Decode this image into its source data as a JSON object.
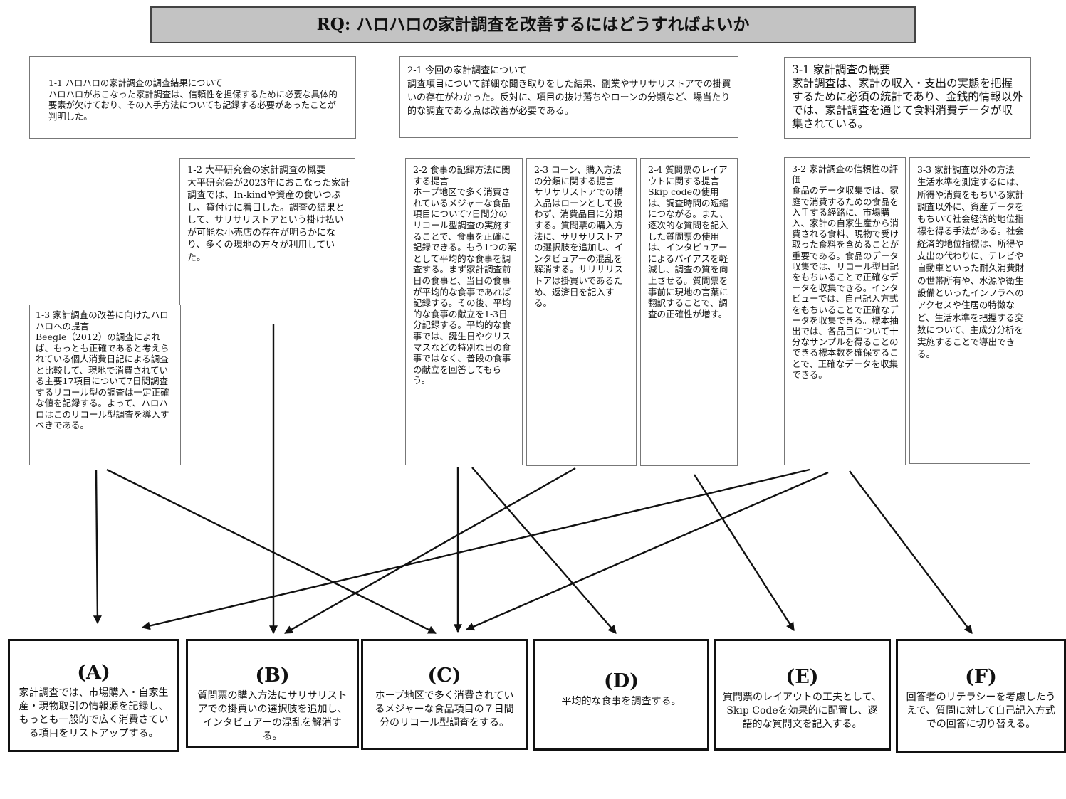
{
  "title": "RQ: ハロハロの家計調査を改善するにはどうすればよいか",
  "boxes": {
    "b1_1": {
      "heading": "1-1 ハロハロの家計調査の調査結果について",
      "body": "ハロハロがおこなった家計調査は、信頼性を担保するために必要な具体的要素が欠けており、その入手方法についても記録する必要があったことが判明した。"
    },
    "b1_2": {
      "heading": "1-2 大平研究会の家計調査の概要",
      "body": "大平研究会が2023年におこなった家計調査では、In-kindや資産の食いつぶし、貸付けに着目した。調査の結果として、サリサリストアという掛け払いが可能な小売店の存在が明らかになり、多くの現地の方々が利用していた。"
    },
    "b1_3": {
      "heading": "1-3 家計調査の改善に向けたハロハロへの提言",
      "body": "Beegle（2012）の調査によれば、もっとも正確であると考えられている個人消費日記による調査と比較して、現地で消費されている主要17項目について7日間調査するリコール型の調査は一定正確な値を記録する。よって、ハロハロはこのリコール型調査を導入すべきである。"
    },
    "b2_1": {
      "heading": "2-1 今回の家計調査について",
      "body": "調査項目について詳細な聞き取りをした結果、副業やサリサリストアでの掛買いの存在がわかった。反対に、項目の抜け落ちやローンの分類など、場当たり的な調査である点は改善が必要である。"
    },
    "b2_2": {
      "heading": "2-2 食事の記録方法に関する提言",
      "body": "ホープ地区で多く消費されているメジャーな食品項目について7日間分のリコール型調査の実施することで、食事を正確に記録できる。もう1つの案として平均的な食事を調査する。まず家計調査前日の食事と、当日の食事が平均的な食事であれば記録する。その後、平均的な食事の献立を1-3日分記録する。平均的な食事では、誕生日やクリスマスなどの特別な日の食事ではなく、普段の食事の献立を回答してもらう。"
    },
    "b2_3": {
      "heading": "2-3 ローン、購入方法の分類に関する提言",
      "body": "サリサリストアでの購入品はローンとして扱わず、消費品目に分類する。質問票の購入方法に、サリサリストアの選択肢を追加し、インタビュアーの混乱を解消する。サリサリストアは掛買いであるため、返済日を記入する。"
    },
    "b2_4": {
      "heading": "2-4 質問票のレイアウトに関する提言",
      "body": "Skip codeの使用は、調査時間の短縮につながる。また、逐次的な質問を記入した質問票の使用は、インタビュアーによるバイアスを軽減し、調査の質を向上させる。質問票を事前に現地の言葉に翻訳することで、調査の正確性が増す。"
    },
    "b3_1": {
      "heading": "3-1 家計調査の概要",
      "body": "家計調査は、家計の収入・支出の実態を把握するために必須の統計であり、金銭的情報以外では、家計調査を通じて食料消費データが収集されている。"
    },
    "b3_2": {
      "heading": "3-2 家計調査の信頼性の評価",
      "body": "食品のデータ収集では、家庭で消費するための食品を入手する経路に、市場購入、家計の自家生産から消費される食料、現物で受け取った食料を含めることが重要である。食品のデータ収集では、リコール型日記をもちいることで正確なデータを収集できる。インタビューでは、自己記入方式をもちいることで正確なデータを収集できる。標本抽出では、各品目について十分なサンプルを得ることのできる標本数を確保することで、正確なデータを収集できる。"
    },
    "b3_3": {
      "heading": "3-3 家計調査以外の方法",
      "body": "生活水準を測定するには、所得や消費をもちいる家計調査以外に、資産データをもちいて社会経済的地位指標を得る手法がある。社会経済的地位指標は、所得や支出の代わりに、テレビや自動車といった耐久消費財の世帯所有や、水源や衛生設備といったインフラへのアクセスや住居の特徴など、生活水準を把握する変数について、主成分分析を実施することで導出できる。"
    }
  },
  "outcomes": [
    {
      "label": "(A)",
      "text": "家計調査では、市場購入・自家生産・現物取引の情報源を記録し、もっとも一般的で広く消費さている項目をリストアップする。"
    },
    {
      "label": "(B)",
      "text": "質問票の購入方法にサリサリストアでの掛買いの選択肢を追加し、インタビュアーの混乱を解消する。"
    },
    {
      "label": "(C)",
      "text": "ホープ地区で多く消費されているメジャーな食品項目の７日間分のリコール型調査をする。"
    },
    {
      "label": "(D)",
      "text": "平均的な食事を調査する。"
    },
    {
      "label": "(E)",
      "text": "質問票のレイアウトの工夫として、Skip Codeを効果的に配置し、逐語的な質問文を記入する。"
    },
    {
      "label": "(F)",
      "text": "回答者のリテラシーを考慮したうえで、質問に対して自己記入方式での回答に切り替える。"
    }
  ],
  "links": [
    {
      "from": "1-3",
      "to": "A"
    },
    {
      "from": "1-3",
      "to": "C"
    },
    {
      "from": "1-2",
      "to": "B"
    },
    {
      "from": "2-2",
      "to": "C"
    },
    {
      "from": "2-2",
      "to": "D"
    },
    {
      "from": "2-3",
      "to": "B"
    },
    {
      "from": "2-4",
      "to": "E"
    },
    {
      "from": "3-2",
      "to": "A"
    },
    {
      "from": "3-2",
      "to": "C"
    },
    {
      "from": "3-2",
      "to": "F"
    }
  ]
}
